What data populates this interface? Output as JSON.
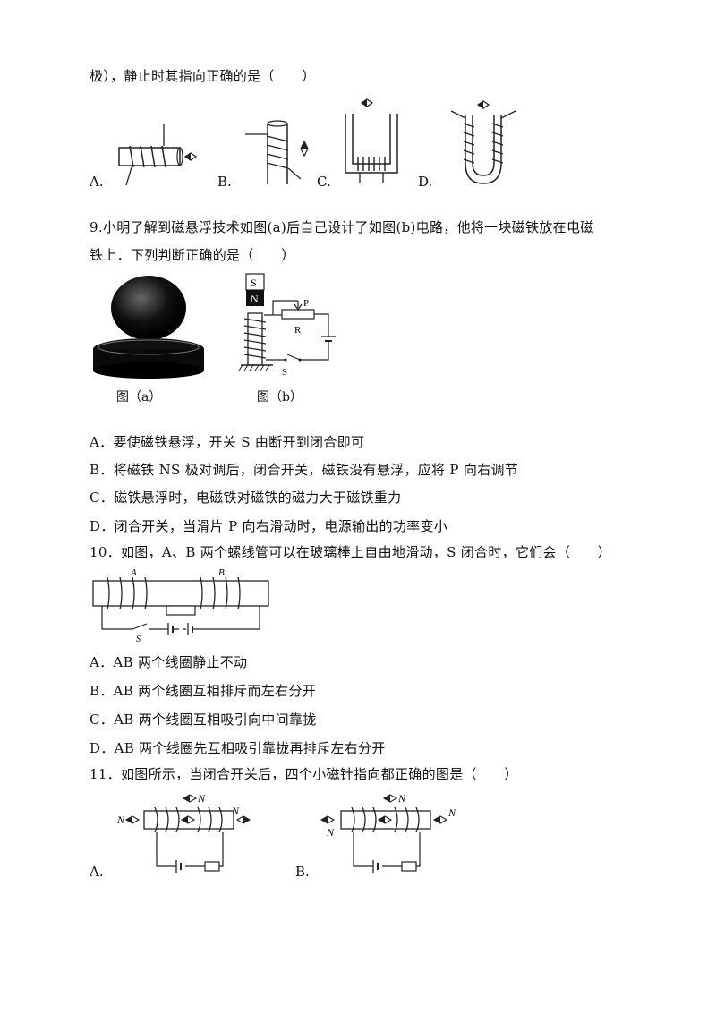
{
  "q8": {
    "tail": "极），静止时其指向正确的是（　　）",
    "option_labels": [
      "A.",
      "B.",
      "C.",
      "D."
    ]
  },
  "q9": {
    "stem_line1": "9.小明了解到磁悬浮技术如图(a)后自己设计了如图(b)电路，他将一块磁铁放在电磁",
    "stem_line2": "铁上．下列判断正确的是（　　）",
    "caption_a": "图（a）",
    "caption_b": "图（b）",
    "magnet_s": "S",
    "magnet_n": "N",
    "label_p": "P",
    "label_r": "R",
    "label_s": "S",
    "options": [
      "A．要使磁铁悬浮，开关 S 由断开到闭合即可",
      "B．将磁铁 NS 极对调后，闭合开关，磁铁没有悬浮，应将 P 向右调节",
      "C．磁铁悬浮时，电磁铁对磁铁的磁力大于磁铁重力",
      "D．闭合开关，当滑片 P 向右滑动时，电源输出的功率变小"
    ]
  },
  "q10": {
    "stem": "10．如图，A、B 两个螺线管可以在玻璃棒上自由地滑动，S 闭合时，它们会（　　）",
    "label_a": "A",
    "label_b": "B",
    "label_s": "S",
    "options": [
      "A．AB 两个线圈静止不动",
      "B．AB 两个线圈互相排斥而左右分开",
      "C．AB 两个线圈互相吸引向中间靠拢",
      "D．AB 两个线圈先互相吸引靠拢再排斥左右分开"
    ]
  },
  "q11": {
    "stem": "11．如图所示，当闭合开关后，四个小磁针指向都正确的图是（　　）",
    "option_labels": [
      "A.",
      "B."
    ],
    "needle_label": "N"
  }
}
